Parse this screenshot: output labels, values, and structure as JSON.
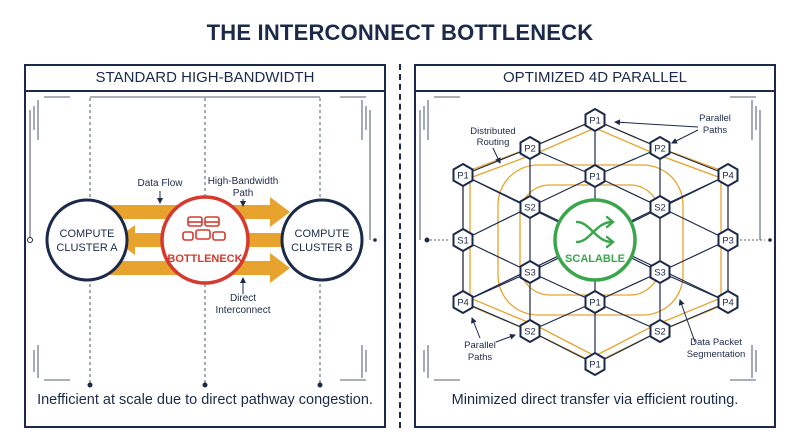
{
  "title": "THE INTERCONNECT BOTTLENECK",
  "left_panel": {
    "heading": "STANDARD HIGH-BANDWIDTH",
    "cluster_a": [
      "COMPUTE",
      "CLUSTER A"
    ],
    "cluster_b": [
      "COMPUTE",
      "CLUSTER B"
    ],
    "bottleneck_label": "BOTTLENECK",
    "bottleneck_icon": "traffic-jam-cars-icon",
    "data_flow_label": "Data Flow",
    "high_bandwidth_label": [
      "High-Bandwidth",
      "Path"
    ],
    "direct_interconnect_label": [
      "Direct",
      "Interconnect"
    ],
    "caption": "Inefficient at scale due to direct pathway congestion."
  },
  "right_panel": {
    "heading": "OPTIMIZED 4D PARALLEL",
    "center_label": "SCALABLE",
    "center_icon": "shuffle-arrows-icon",
    "distributed_routing_label": [
      "Distributed",
      "Routing"
    ],
    "parallel_paths_top_label": [
      "Parallel",
      "Paths"
    ],
    "parallel_paths_bottom_label": [
      "Parallel",
      "Paths"
    ],
    "data_packet_label": [
      "Data Packet",
      "Segmentation"
    ],
    "nodes": {
      "p1_top": "P1",
      "p2_left": "P2",
      "p2_right": "P2",
      "p1_upper_left": "P1",
      "p1_center": "P1",
      "p4_upper_right": "P4",
      "s2_left": "S2",
      "s2_right": "S2",
      "s1": "S1",
      "p3": "P3",
      "s3_left": "S3",
      "s3_right": "S3",
      "p4_lower_left": "P4",
      "p1_lower": "P1",
      "p4_lower_right": "P4",
      "s2_lower_left": "S2",
      "s2_lower_right": "S2",
      "p1_bottom": "P1"
    },
    "caption": "Minimized direct transfer via efficient routing."
  },
  "colors": {
    "navy": "#1b2a4a",
    "orange": "#e8a32e",
    "red": "#d63a2f",
    "green": "#3aa64a"
  }
}
